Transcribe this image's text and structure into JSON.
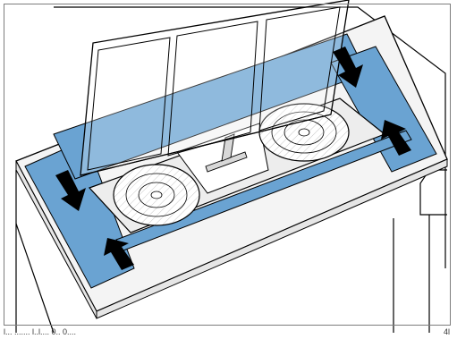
{
  "diagram": {
    "subject": "illustration",
    "arrows": [
      {
        "id": "left-down",
        "direction": "down"
      },
      {
        "id": "left-up",
        "direction": "up"
      },
      {
        "id": "right-down",
        "direction": "down"
      },
      {
        "id": "right-up",
        "direction": "up"
      }
    ],
    "colors": {
      "filter_blue": "#6aa3d2",
      "grille_gray": "#dcdcdc",
      "line": "#000000",
      "frame": "#7d7d7d"
    },
    "cutoff_text": {
      "left": "l... ....... l..l.... 0.. 0....",
      "right": "4l"
    }
  }
}
